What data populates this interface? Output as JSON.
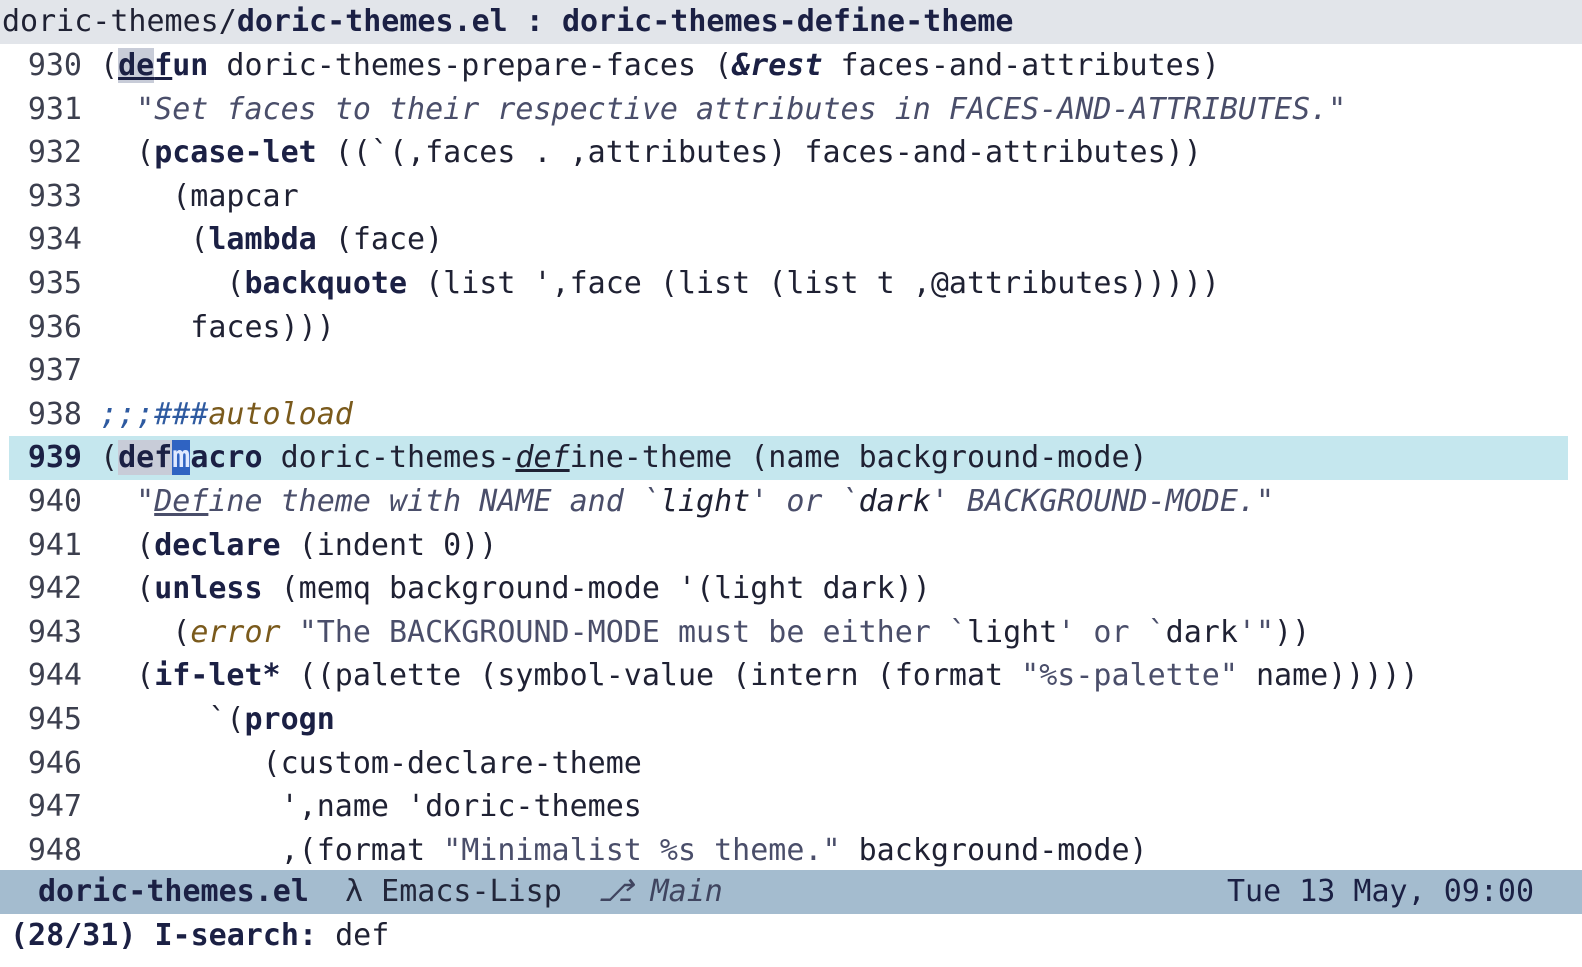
{
  "header": {
    "directory": "doric-themes/",
    "file": "doric-themes.el",
    "separator": " : ",
    "function": "doric-themes-define-theme"
  },
  "lines": [
    {
      "num": "930",
      "current": false,
      "segments": [
        {
          "t": "("
        },
        {
          "t": "de",
          "c": "kw ul hit"
        },
        {
          "t": "f",
          "c": "kw ul"
        },
        {
          "t": "un",
          "c": "kw"
        },
        {
          "t": " doric-themes-prepare-faces ("
        },
        {
          "t": "&rest",
          "c": "kw ital"
        },
        {
          "t": " faces-and-attributes)"
        }
      ]
    },
    {
      "num": "931",
      "current": false,
      "segments": [
        {
          "t": "  "
        },
        {
          "t": "\"Set faces to their respective attributes in FACES-AND-ATTRIBUTES.\"",
          "c": "str"
        }
      ]
    },
    {
      "num": "932",
      "current": false,
      "segments": [
        {
          "t": "  ("
        },
        {
          "t": "pcase-let",
          "c": "kw"
        },
        {
          "t": " ((`(,faces . ,attributes) faces-and-attributes))"
        }
      ]
    },
    {
      "num": "933",
      "current": false,
      "segments": [
        {
          "t": "    (mapcar"
        }
      ]
    },
    {
      "num": "934",
      "current": false,
      "segments": [
        {
          "t": "     ("
        },
        {
          "t": "lambda",
          "c": "kw"
        },
        {
          "t": " (face)"
        }
      ]
    },
    {
      "num": "935",
      "current": false,
      "segments": [
        {
          "t": "       ("
        },
        {
          "t": "backquote",
          "c": "kw"
        },
        {
          "t": " (list ',face (list (list t ,@attributes)))))"
        }
      ]
    },
    {
      "num": "936",
      "current": false,
      "segments": [
        {
          "t": "     faces)))"
        }
      ]
    },
    {
      "num": "937",
      "current": false,
      "segments": [
        {
          "t": ""
        }
      ]
    },
    {
      "num": "938",
      "current": false,
      "segments": [
        {
          "t": ";;;###",
          "c": "cmdl"
        },
        {
          "t": "autoload",
          "c": "cm"
        }
      ]
    },
    {
      "num": "939",
      "current": true,
      "segments": [
        {
          "t": "("
        },
        {
          "t": "def",
          "c": "kw hit"
        },
        {
          "t": "m",
          "c": "kw cur"
        },
        {
          "t": "acro",
          "c": "kw"
        },
        {
          "t": " doric-themes-"
        },
        {
          "t": "def",
          "c": "ital ul"
        },
        {
          "t": "ine-theme (name background-mode)"
        }
      ]
    },
    {
      "num": "940",
      "current": false,
      "segments": [
        {
          "t": "  "
        },
        {
          "t": "\"",
          "c": "str"
        },
        {
          "t": "Def",
          "c": "str ul"
        },
        {
          "t": "ine theme with NAME and `",
          "c": "str"
        },
        {
          "t": "light",
          "c": "ital"
        },
        {
          "t": "' or `",
          "c": "str"
        },
        {
          "t": "dark",
          "c": "ital"
        },
        {
          "t": "' BACKGROUND-MODE.\"",
          "c": "str"
        }
      ]
    },
    {
      "num": "941",
      "current": false,
      "segments": [
        {
          "t": "  ("
        },
        {
          "t": "declare",
          "c": "kw"
        },
        {
          "t": " (indent 0))"
        }
      ]
    },
    {
      "num": "942",
      "current": false,
      "segments": [
        {
          "t": "  ("
        },
        {
          "t": "unless",
          "c": "kw"
        },
        {
          "t": " (memq background-mode '(light dark))"
        }
      ]
    },
    {
      "num": "943",
      "current": false,
      "segments": [
        {
          "t": "    ("
        },
        {
          "t": "error",
          "c": "cm"
        },
        {
          "t": " "
        },
        {
          "t": "\"The BACKGROUND-MODE must be either `",
          "c": "strp"
        },
        {
          "t": "light"
        },
        {
          "t": "' or `",
          "c": "strp"
        },
        {
          "t": "dark"
        },
        {
          "t": "'\"",
          "c": "strp"
        },
        {
          "t": "))"
        }
      ]
    },
    {
      "num": "944",
      "current": false,
      "segments": [
        {
          "t": "  ("
        },
        {
          "t": "if-let*",
          "c": "kw"
        },
        {
          "t": " ((palette (symbol-value (intern (format "
        },
        {
          "t": "\"%s-palette\"",
          "c": "strp"
        },
        {
          "t": " name)))))"
        }
      ]
    },
    {
      "num": "945",
      "current": false,
      "segments": [
        {
          "t": "      `("
        },
        {
          "t": "progn",
          "c": "kw"
        }
      ]
    },
    {
      "num": "946",
      "current": false,
      "segments": [
        {
          "t": "         (custom-declare-theme"
        }
      ]
    },
    {
      "num": "947",
      "current": false,
      "segments": [
        {
          "t": "          ',name 'doric-themes"
        }
      ]
    },
    {
      "num": "948",
      "current": false,
      "segments": [
        {
          "t": "          ,(format "
        },
        {
          "t": "\"Minimalist %s theme.\"",
          "c": "strp"
        },
        {
          "t": " background-mode)"
        }
      ]
    }
  ],
  "modeline": {
    "file": "doric-themes.el",
    "mode": "λ Emacs-Lisp",
    "branch": "⎇ Main",
    "datetime": "Tue 13 May, 09:00"
  },
  "minibuffer": {
    "prompt": "(28/31) I-search: ",
    "input": "def"
  }
}
